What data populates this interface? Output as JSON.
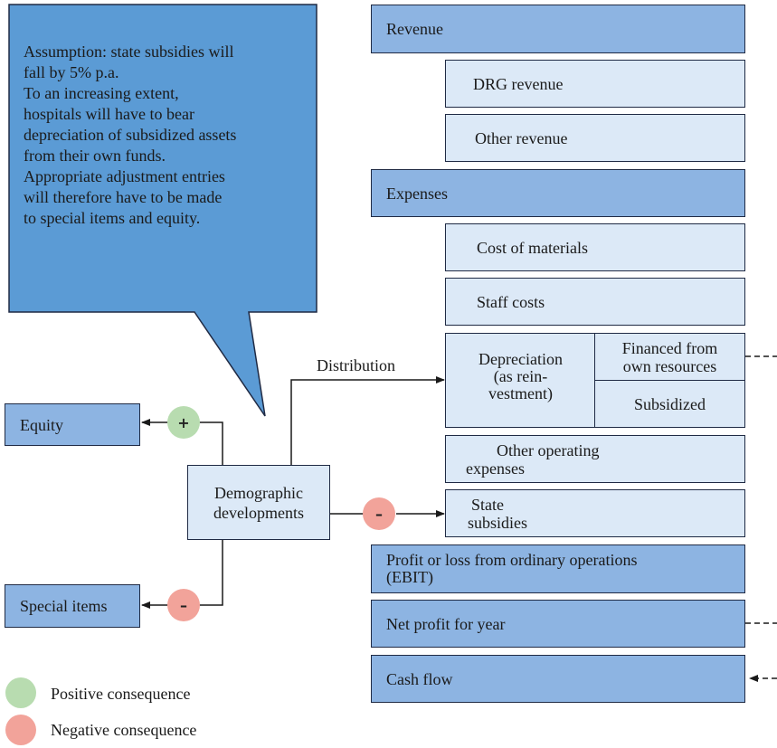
{
  "callout": {
    "text": "Assumption: state subsidies will fall by 5% p.a.\nTo an increasing extent, hospitals will have to bear depreciation of subsidized assets from their own funds.\nAppropriate adjustment entries will therefore have to be made to special items and equity.",
    "lines": [
      "Assumption: state subsidies will",
      "fall by 5% p.a.",
      "To an increasing extent,",
      "hospitals will have to bear",
      "depreciation of subsidized assets",
      "from their own funds.",
      "Appropriate adjustment entries",
      "will therefore have to be made",
      "to special items and equity."
    ]
  },
  "hub": {
    "label_line1": "Demographic",
    "label_line2": "developments"
  },
  "left_boxes": {
    "equity": "Equity",
    "special_items": "Special items"
  },
  "distribution_label": "Distribution",
  "signs": {
    "plus": "+",
    "minus": "–"
  },
  "income_statement": {
    "revenue": "Revenue",
    "drg_revenue": "DRG revenue",
    "other_revenue": "Other revenue",
    "expenses": "Expenses",
    "cost_of_materials": "Cost of materials",
    "staff_costs": "Staff costs",
    "depreciation_line1": "Depreciation",
    "depreciation_line2": "(as rein-",
    "depreciation_line3": "vestment)",
    "financed_line1": "Financed from",
    "financed_line2": "own resources",
    "subsidized": "Subsidized",
    "other_operating_line1": "Other operating",
    "other_operating_line2": "expenses",
    "state_subsidies_line1": "State",
    "state_subsidies_line2": "subsidies",
    "ebit_line1": "Profit or loss from ordinary operations",
    "ebit_line2": "(EBIT)",
    "net_profit": "Net profit for year",
    "cash_flow": "Cash flow"
  },
  "legend": {
    "positive": "Positive consequence",
    "negative": "Negative consequence"
  },
  "colors": {
    "callout": "#5b9bd5",
    "dark_box": "#8db4e2",
    "light_box": "#dce9f7",
    "positive": "#b8dcb0",
    "negative": "#f2a39a"
  }
}
